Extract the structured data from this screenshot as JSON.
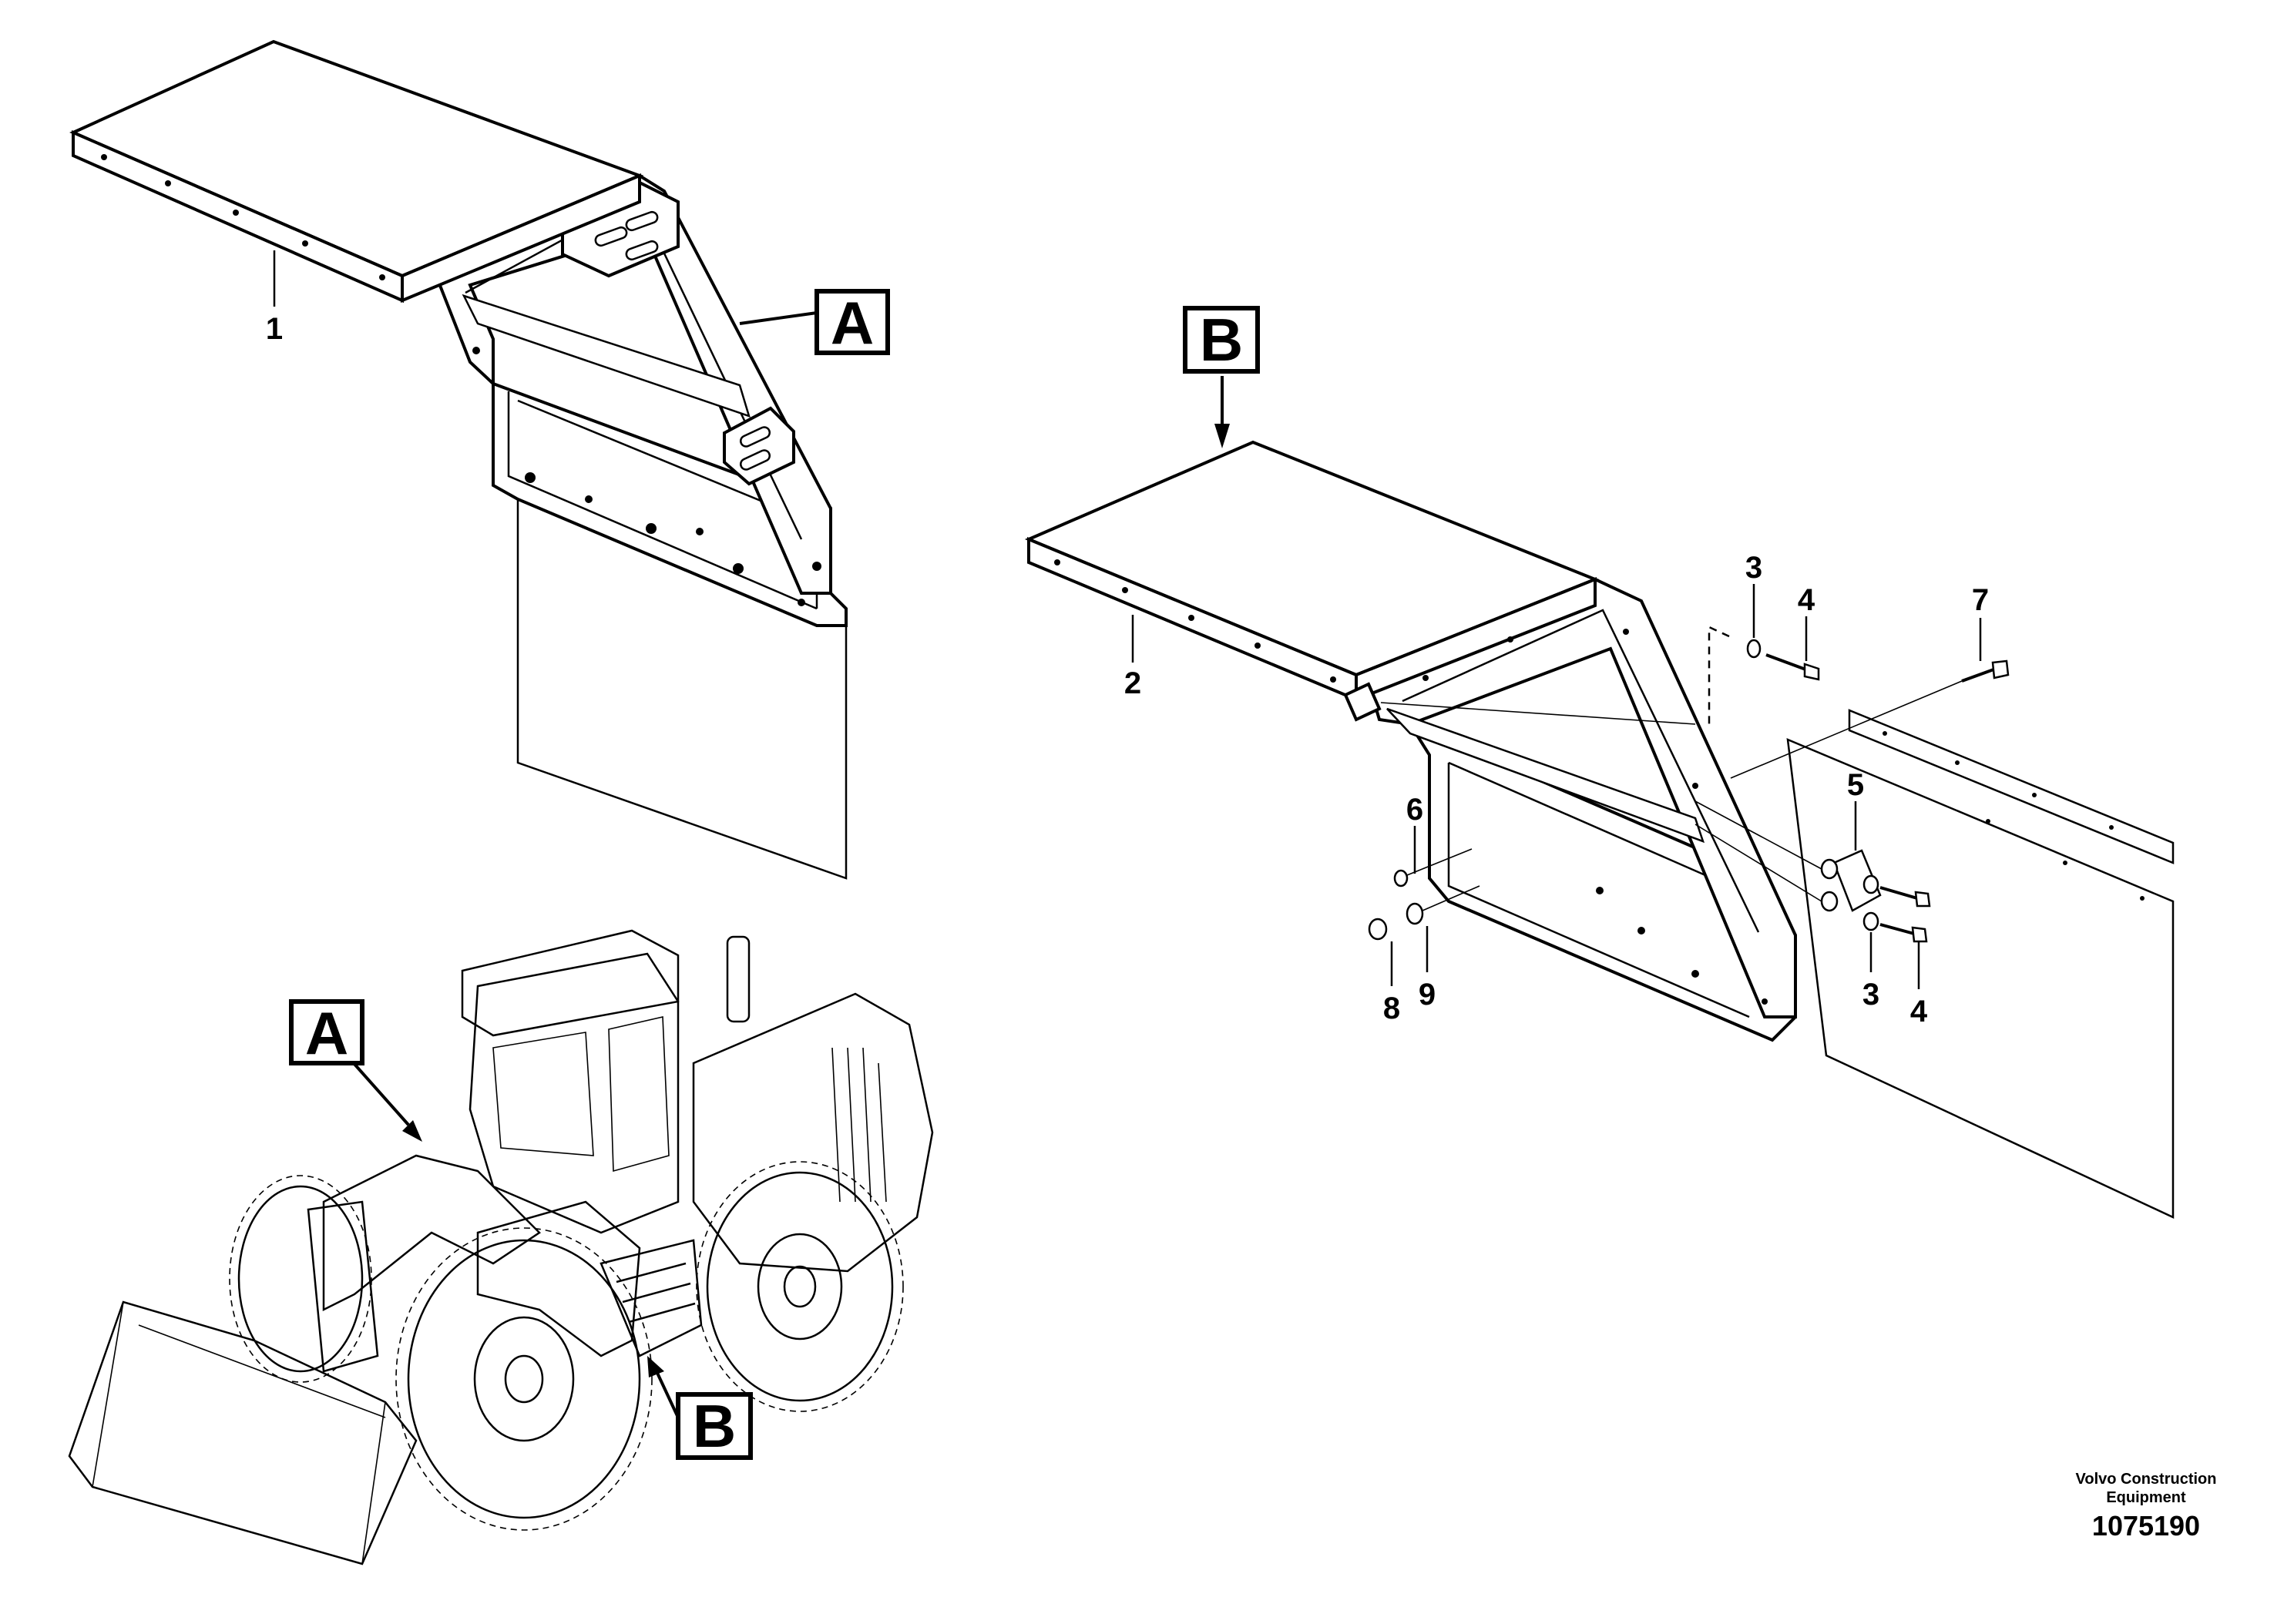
{
  "callouts": {
    "a_upper": "A",
    "a_machine": "A",
    "b_upper": "B",
    "b_machine": "B"
  },
  "parts": {
    "p1": "1",
    "p2": "2",
    "p3_top": "3",
    "p4_top": "4",
    "p7": "7",
    "p5": "5",
    "p6": "6",
    "p8": "8",
    "p9": "9",
    "p3_bottom": "3",
    "p4_bottom": "4"
  },
  "footer": {
    "company_line1": "Volvo Construction",
    "company_line2": "Equipment",
    "drawing_number": "1075190"
  }
}
